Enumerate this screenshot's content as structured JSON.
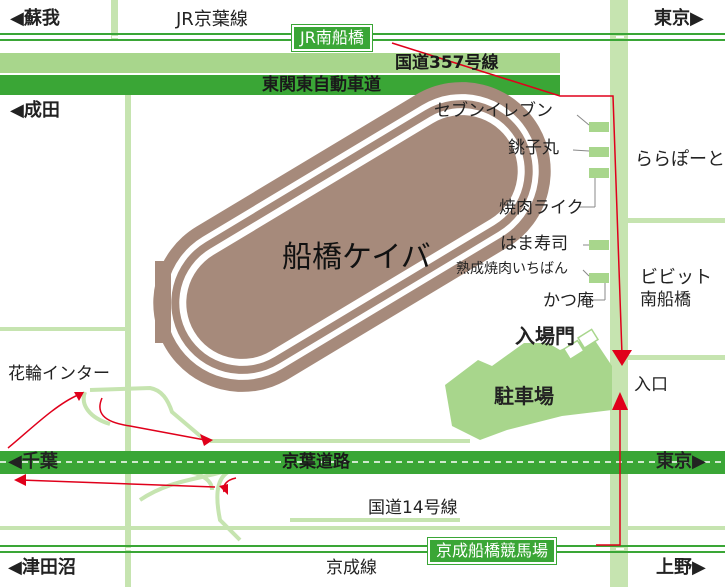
{
  "places": {
    "soga": "◀蘇我",
    "jr_keiyo_line": "JR京葉線",
    "jr_minami_funabashi": "JR南船橋",
    "tokyo_top": "東京▶",
    "route357": "国道357号線",
    "higashi_kanto_expressway": "東関東自動車道",
    "narita": "◀成田",
    "seven_eleven": "セブンイレブン",
    "choshimaru": "銚子丸",
    "lalaport": "ららぽーと",
    "yakiniku_like": "焼肉ライク",
    "funabashi_keiba": "船橋ケイバ",
    "hamazushi": "はま寿司",
    "jukusei_yakiniku": "熟成焼肉いちばん",
    "katsuan": "かつ庵",
    "bibit": "ビビット",
    "bibit_sub": "南船橋",
    "entrance_gate": "入場門",
    "hanawa_inter": "花輪インター",
    "parking": "駐車場",
    "entrance": "入口",
    "chiba": "◀千葉",
    "keiyo_road": "京葉道路",
    "tokyo_mid": "東京▶",
    "route14": "国道14号線",
    "keisei_funabashi_keibajo": "京成船橋競馬場",
    "tsudanuma": "◀津田沼",
    "keisei_line": "京成線",
    "ueno": "上野▶"
  },
  "colors": {
    "road_light": "#a8d68c",
    "road_dark": "#3aa636",
    "track": "#a68a7b",
    "parking": "#a8d68c",
    "route_arrow": "#e0001b",
    "rail": "#3aa636"
  }
}
